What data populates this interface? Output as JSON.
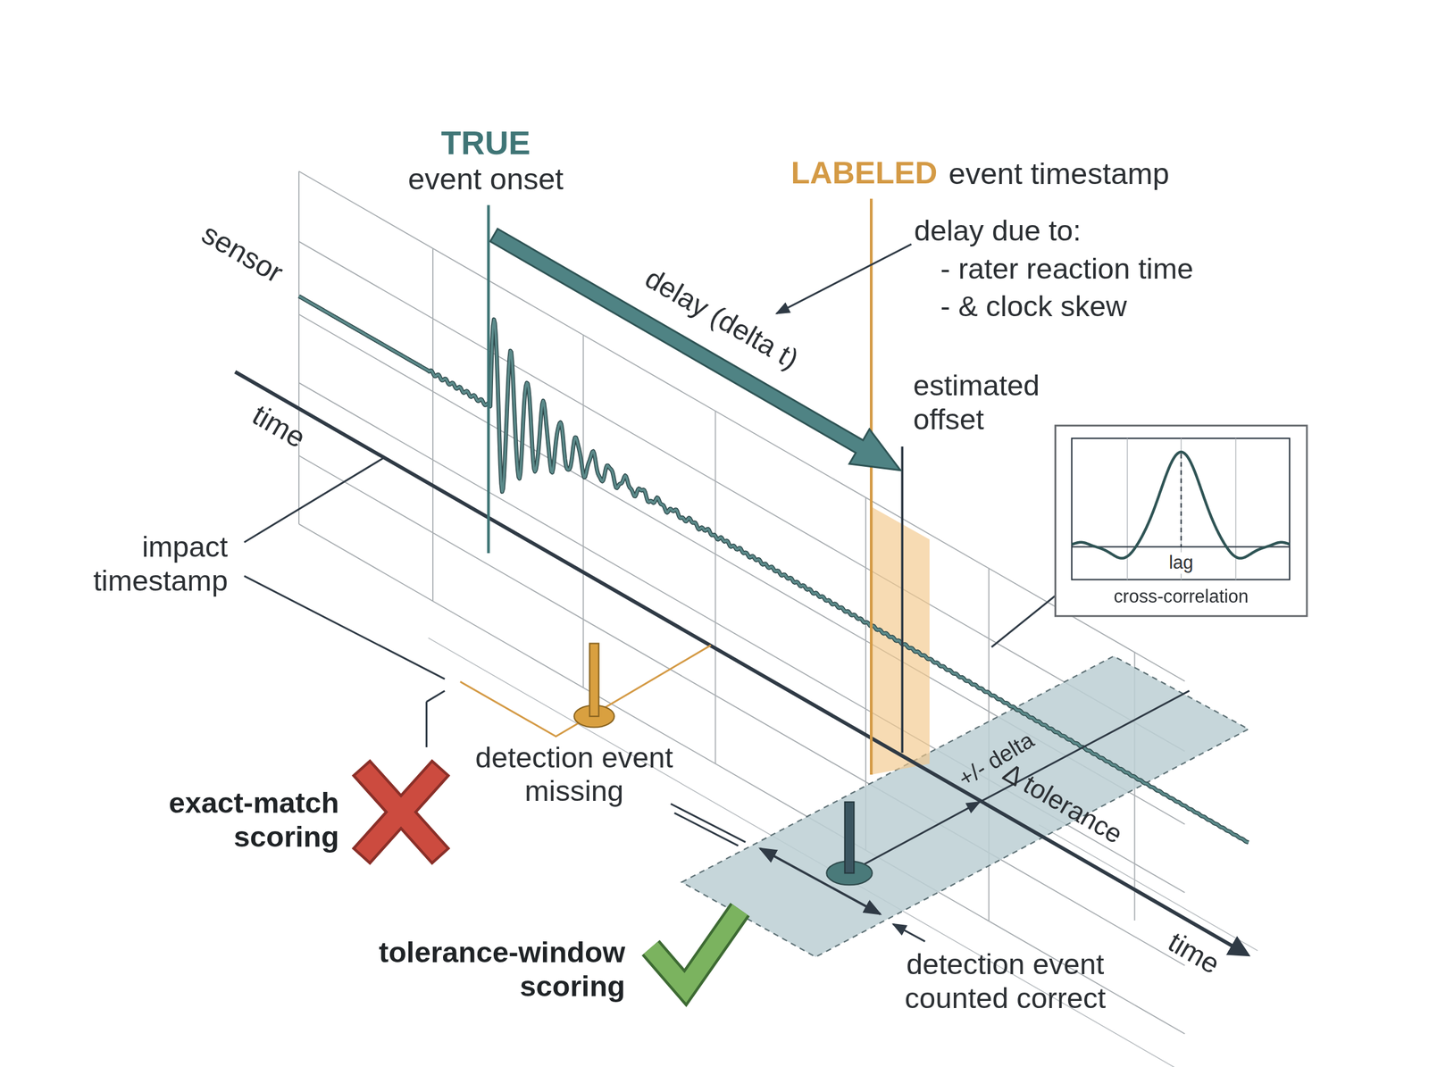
{
  "diagram": {
    "nodes": [
      {
        "text": [
          "lag",
          "cross-correlation"
        ]
      }
    ],
    "labels": [
      "TRUE",
      "event onset",
      "LABELED",
      "event timestamp",
      "sensor",
      "delay (delta t)",
      "delay due to:",
      "- rater reaction time",
      "- & clock skew",
      "estimated offset",
      "time",
      "impact timestamp",
      "detection event missing",
      "exact-match scoring",
      "+/- delta",
      "Δ tolerance",
      "tolerance-window scoring",
      "detection event counted correct",
      "time"
    ]
  }
}
